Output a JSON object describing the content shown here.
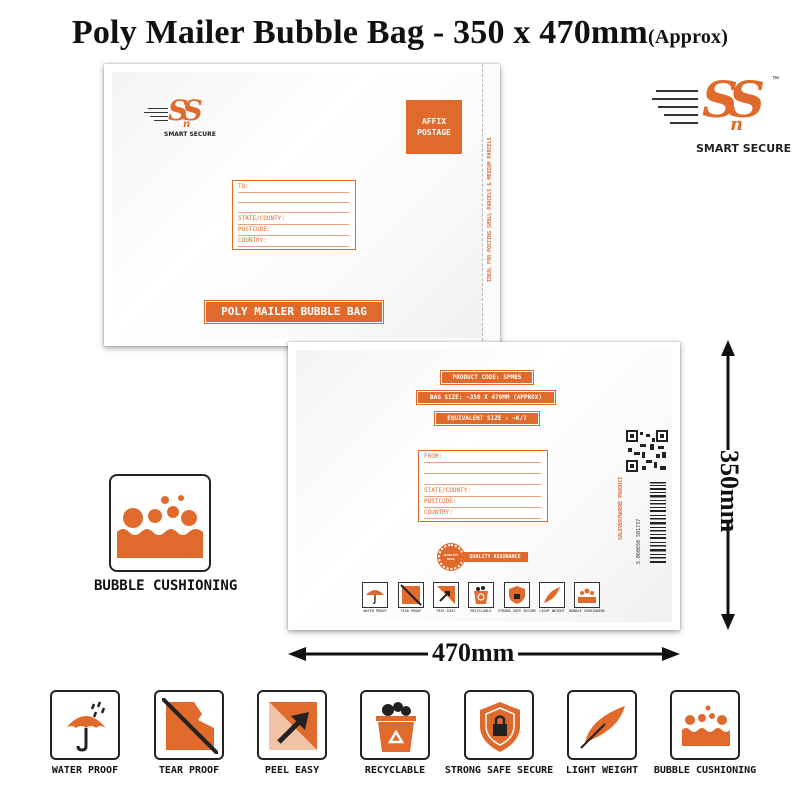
{
  "title": {
    "main": "Poly Mailer Bubble Bag - 350 x 470mm",
    "suffix": "(Approx)"
  },
  "brand": {
    "logo_letters": "SS",
    "logo_mid": "n",
    "name": "SMART SECURE",
    "tm": "™"
  },
  "colors": {
    "accent": "#e06a2c",
    "dark": "#222222"
  },
  "front": {
    "stamp": {
      "line1": "AFFIX",
      "line2": "POSTAGE"
    },
    "address": [
      "TO:",
      "",
      "",
      "STATE/COUNTY:",
      "POSTCODE:",
      "COUNTRY:"
    ],
    "label": "POLY MAILER BUBBLE BAG",
    "flap_text": "IDEAL FOR POSTING  SMALL PARCELS & MEDIUM PARCELS"
  },
  "back": {
    "product_code": "PRODUCT CODE: SPMB5",
    "bag_size": "BAG SIZE: ~350 X 470MM (APPROX)",
    "equivalent": "EQUIVALENT SIZE : ~K/7",
    "address": [
      "FROM:",
      "",
      "",
      "STATE/COUNTY:",
      "POSTCODE:",
      "COUNTRY:"
    ],
    "seal": "QUALITY SEAL",
    "quality": "QUALITY ASSURANCE",
    "side_text": "SALEVERYWHERE PRODUCT",
    "barcode_digits": "5 060650 501737",
    "mini_features": [
      "WATER PROOF",
      "TEAR PROOF",
      "PEEL EASY",
      "RECYCLABLE",
      "STRONG SAFE SECURE",
      "LIGHT WEIGHT",
      "BUBBLE CUSHIONING"
    ]
  },
  "dimensions": {
    "height": "350mm",
    "width": "470mm"
  },
  "bubble_feature": {
    "label": "BUBBLE CUSHIONING",
    "icon": "bubble-cushioning-icon"
  },
  "features": [
    {
      "label": "WATER PROOF",
      "icon": "umbrella-icon"
    },
    {
      "label": "TEAR PROOF",
      "icon": "tear-proof-icon"
    },
    {
      "label": "PEEL EASY",
      "icon": "peel-arrow-icon"
    },
    {
      "label": "RECYCLABLE",
      "icon": "recycle-bin-icon"
    },
    {
      "label": "STRONG SAFE SECURE",
      "icon": "shield-lock-icon"
    },
    {
      "label": "LIGHT WEIGHT",
      "icon": "feather-icon"
    },
    {
      "label": "BUBBLE CUSHIONING",
      "icon": "bubble-cushioning-icon"
    }
  ]
}
